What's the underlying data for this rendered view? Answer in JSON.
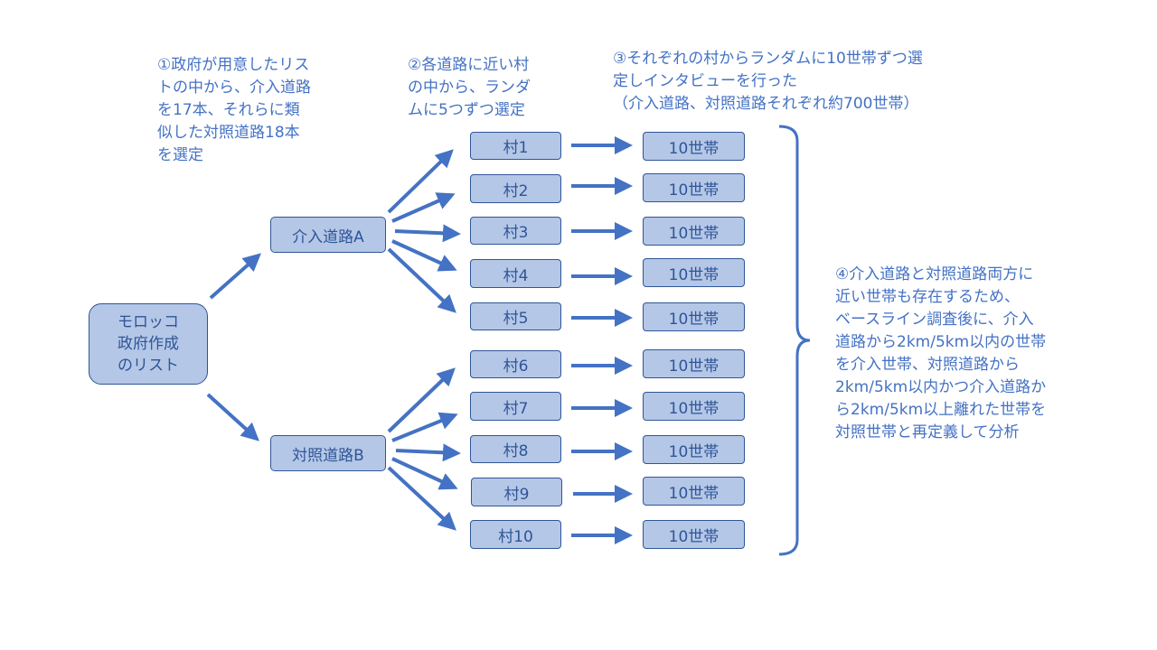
{
  "notes": {
    "step1": "①政府が用意したリス\nトの中から、介入道路\nを17本、それらに類\n似した対照道路18本\nを選定",
    "step2": "②各道路に近い村\nの中から、ランダ\nムに5つずつ選定",
    "step3": "③それぞれの村からランダムに10世帯ずつ選\n定しインタビューを行った\n（介入道路、対照道路それぞれ約700世帯）",
    "step4": "④介入道路と対照道路両方に\n近い世帯も存在するため、\nベースライン調査後に、介入\n道路から2km/5km以内の世帯\nを介入世帯、対照道路から\n2km/5km以内かつ介入道路か\nら2km/5km以上離れた世帯を\n対照世帯と再定義して分析"
  },
  "root": {
    "label": "モロッコ\n政府作成\nのリスト"
  },
  "roads": [
    {
      "label": "介入道路A"
    },
    {
      "label": "対照道路B"
    }
  ],
  "villages": [
    {
      "label": "村1"
    },
    {
      "label": "村2"
    },
    {
      "label": "村3"
    },
    {
      "label": "村4"
    },
    {
      "label": "村5"
    },
    {
      "label": "村6"
    },
    {
      "label": "村7"
    },
    {
      "label": "村8"
    },
    {
      "label": "村9"
    },
    {
      "label": "村10"
    }
  ],
  "households": [
    {
      "label": "10世帯"
    },
    {
      "label": "10世帯"
    },
    {
      "label": "10世帯"
    },
    {
      "label": "10世帯"
    },
    {
      "label": "10世帯"
    },
    {
      "label": "10世帯"
    },
    {
      "label": "10世帯"
    },
    {
      "label": "10世帯"
    },
    {
      "label": "10世帯"
    },
    {
      "label": "10世帯"
    }
  ],
  "colors": {
    "arrow": "#4472C4",
    "box_fill": "#B4C7E7",
    "box_border": "#2F5597",
    "text": "#4472C4"
  }
}
